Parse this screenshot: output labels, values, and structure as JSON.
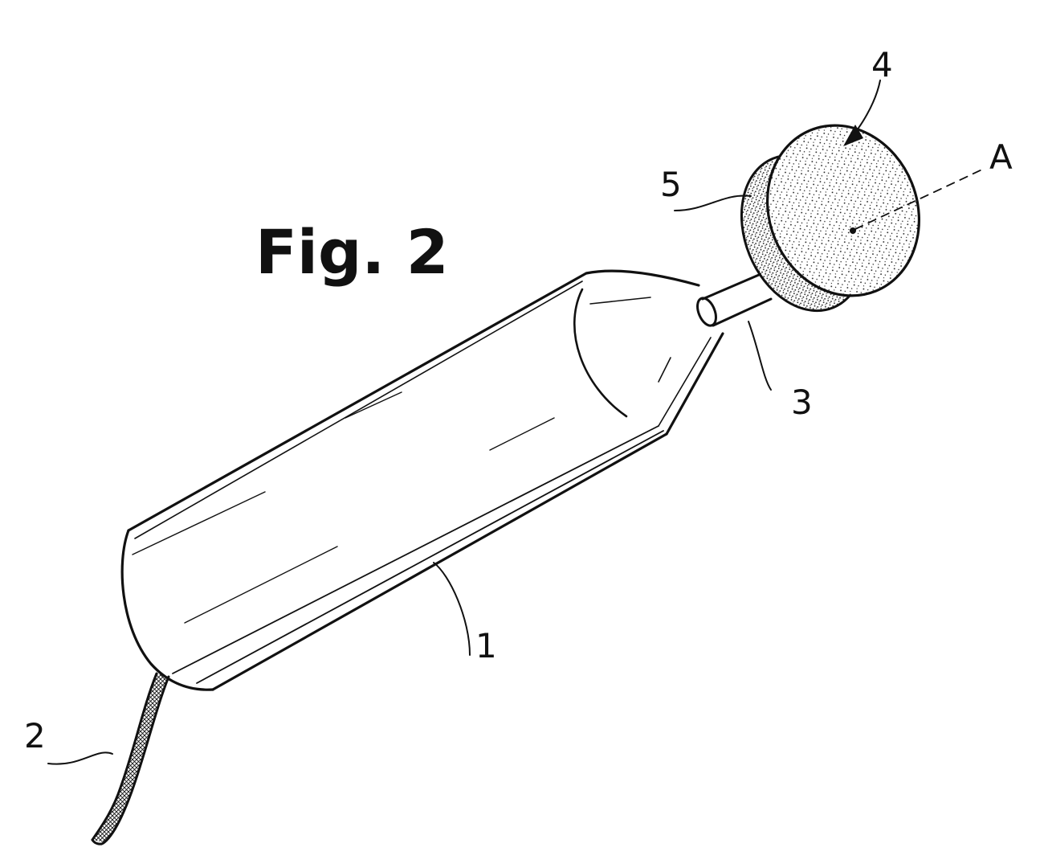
{
  "figure": {
    "title": "Fig. 2"
  },
  "labels": {
    "body": "1",
    "cord": "2",
    "shaft": "3",
    "head": "4",
    "head_rim": "5",
    "axis": "A"
  },
  "colors": {
    "ink": "#111111",
    "background": "#ffffff"
  }
}
